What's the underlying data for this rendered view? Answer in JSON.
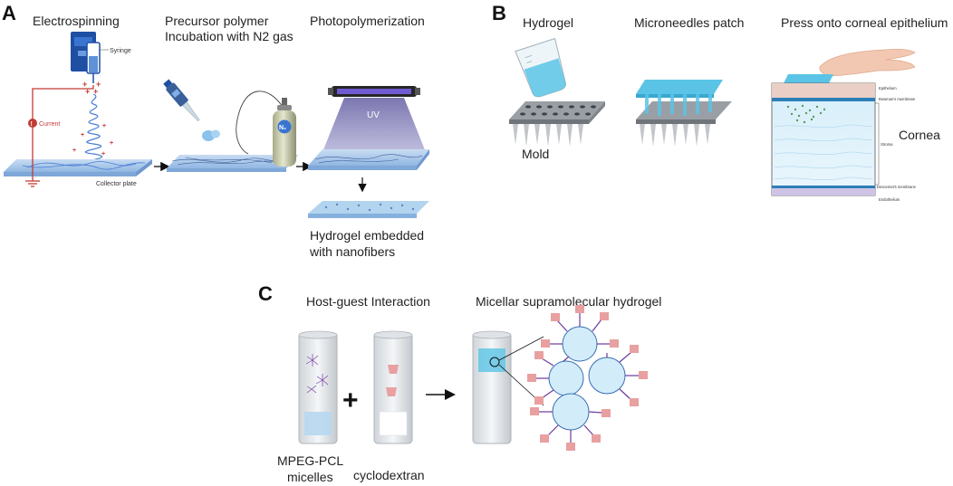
{
  "panels": {
    "a": {
      "letter": "A",
      "electrospinning": "Electrospinning",
      "syringe": "Syringe",
      "current": "Current",
      "collector_plate": "Collector plate",
      "precursor_line1": "Precursor polymer",
      "precursor_line2": "Incubation with N2 gas",
      "n2_symbol": "N₂",
      "photopolymerization": "Photopolymerization",
      "uv": "UV",
      "result_line1": "Hydrogel embedded",
      "result_line2": "with nanofibers"
    },
    "b": {
      "letter": "B",
      "hydrogel": "Hydrogel",
      "mold": "Mold",
      "microneedles_patch": "Microneedles patch",
      "press_title": "Press onto corneal epithelium",
      "cornea": "Cornea",
      "epithelium": "Epithelium",
      "bowmans": "Bowman's membrane",
      "stroma": "Stroma",
      "descemets": "Descemet's membrane",
      "endothelium": "Endothelium"
    },
    "c": {
      "letter": "C",
      "host_guest": "Host-guest Interaction",
      "micellar": "Micellar supramolecular hydrogel",
      "mpeg_line1": "MPEG-PCL",
      "mpeg_line2": "micelles",
      "cyclodextran": "cyclodextran",
      "plus": "+"
    }
  },
  "colors": {
    "accent_blue": "#3b6fd1",
    "current_red": "#c23b35",
    "hydrogel_cyan": "#5bc4e6",
    "uv_purple": "#8b86bd",
    "plate_blue": "#a9c8ea",
    "micelle_core": "#d2ecfa",
    "chain_purple": "#6c3aa0",
    "cd_pink": "#e8a0a0"
  }
}
